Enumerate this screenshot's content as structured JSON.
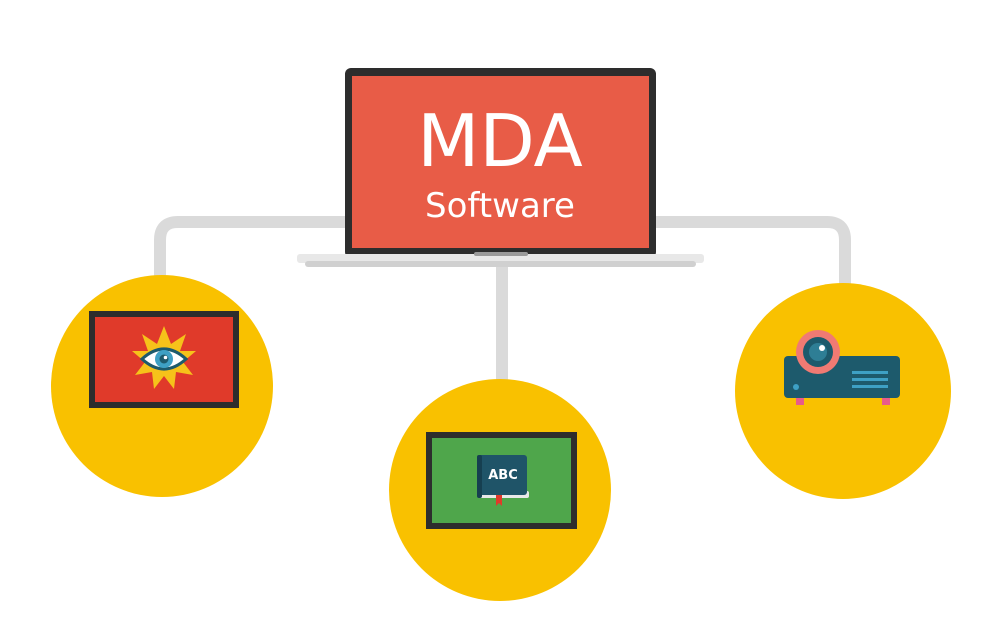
{
  "laptop": {
    "title": "MDA",
    "subtitle": "Software"
  },
  "nodes": [
    {
      "name": "monitor-eye",
      "icon": "eye-sun-icon"
    },
    {
      "name": "monitor-book",
      "icon": "abc-book-icon",
      "label": "ABC"
    },
    {
      "name": "projector",
      "icon": "projector-icon"
    }
  ],
  "colors": {
    "screen": "#E85C47",
    "circle": "#F9C100",
    "connector": "#DADADA",
    "bezel": "#2D2D2D",
    "monitor_red": "#E03A2A",
    "monitor_green": "#4FA64B",
    "projector_body": "#1D5A6C",
    "book_cover": "#1F5468",
    "lens_ring": "#F07A73"
  }
}
